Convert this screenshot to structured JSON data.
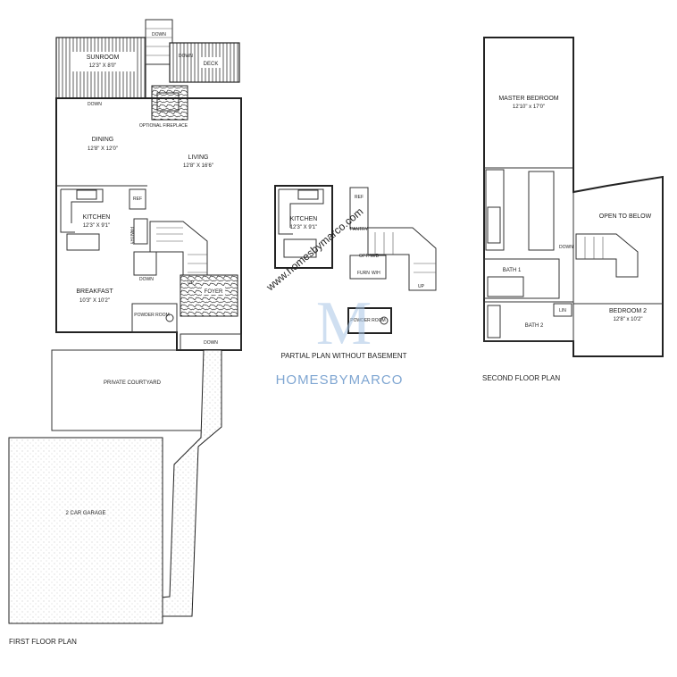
{
  "first_floor": {
    "title": "FIRST FLOOR PLAN",
    "sunroom": {
      "name": "SUNROOM",
      "dims": "12'3\" X 8'0\""
    },
    "deck": "DECK",
    "down_labels": [
      "DOWN",
      "DOWN",
      "DOWN",
      "DOWN",
      "DOWN"
    ],
    "up_label": "UP",
    "fireplace": "OPTIONAL FIREPLACE",
    "dining": {
      "name": "DINING",
      "dims": "12'8\" X 12'0\""
    },
    "living": {
      "name": "LIVING",
      "dims": "12'8\" X 16'6\""
    },
    "kitchen": {
      "name": "KITCHEN",
      "dims": "12'3\" X 9'1\""
    },
    "pantry": "PANTRY",
    "ref": "REF",
    "breakfast": {
      "name": "BREAKFAST",
      "dims": "10'3\" X 10'2\""
    },
    "powder_room": "POWDER ROOM",
    "foyer": "FOYER",
    "courtyard": "PRIVATE COURTYARD",
    "garage": "2 CAR GARAGE"
  },
  "partial_plan": {
    "title": "PARTIAL PLAN WITHOUT BASEMENT",
    "kitchen": {
      "name": "KITCHEN",
      "dims": "12'3\" X 9'1\""
    },
    "ref": "REF",
    "pantry": "PANTRY",
    "option": "OPT. W/D",
    "furn": "FURN",
    "wh": "W/H",
    "up": "UP",
    "powder_room": "POWDER ROOM"
  },
  "second_floor": {
    "title": "SECOND FLOOR PLAN",
    "master": {
      "name": "MASTER BEDROOM",
      "dims": "12'10\" x 17'0\""
    },
    "open_below": "OPEN TO BELOW",
    "down": "DOWN",
    "bath1": "BATH 1",
    "bath2": "BATH 2",
    "linen": "LIN",
    "bedroom2": {
      "name": "BEDROOM 2",
      "dims": "12'8\" x 10'2\""
    }
  },
  "watermark": {
    "url": "www.homesbymarco.com",
    "brand": "HOMESBYMARCO"
  },
  "colors": {
    "line": "#222222",
    "watermark": "#a9c6e6",
    "background": "#ffffff"
  }
}
